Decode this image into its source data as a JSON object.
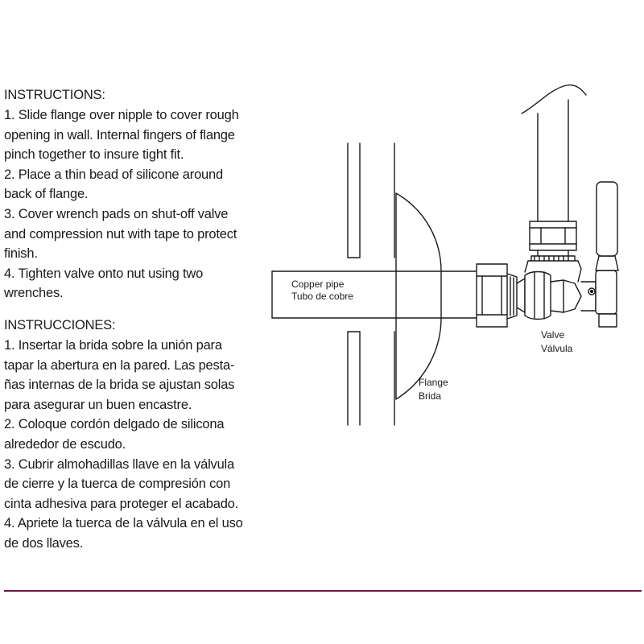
{
  "instructions": {
    "heading": "INSTRUCTIONS:",
    "lines": [
      "1. Slide flange over nipple to cover rough",
      "opening in wall. Internal fingers of flange",
      "pinch together to insure tight fit.",
      "2. Place a thin bead of silicone around",
      "back of flange.",
      "3. Cover wrench pads on shut-off valve",
      "and compression nut with tape to protect",
      "finish.",
      "4. Tighten valve onto nut using two",
      "wrenches."
    ]
  },
  "instrucciones": {
    "heading": "INSTRUCCIONES:",
    "lines": [
      "1. Insertar la brida sobre la unión para",
      "tapar la abertura en la pared.  Las pesta-",
      "ñas internas de la brida se ajustan solas",
      "para asegurar un buen encastre.",
      "2. Coloque cordón delgado de silicona",
      "alrededor de escudo.",
      "3. Cubrir almohadillas llave en la válvula",
      "de cierre y la tuerca de compresión con",
      "cinta adhesiva para proteger el acabado.",
      "4. Apriete la tuerca de la válvula en el uso",
      "de dos llaves."
    ]
  },
  "diagram": {
    "copper_pipe_label": "Copper pipe",
    "copper_pipe_label_es": "Tubo de cobre",
    "valve_label": "Valve",
    "valve_label_es": "Válvula",
    "flange_label": "Flange",
    "flange_label_es": "Brida"
  },
  "colors": {
    "rule": "#6b1846",
    "ink": "#1a1a1a"
  }
}
